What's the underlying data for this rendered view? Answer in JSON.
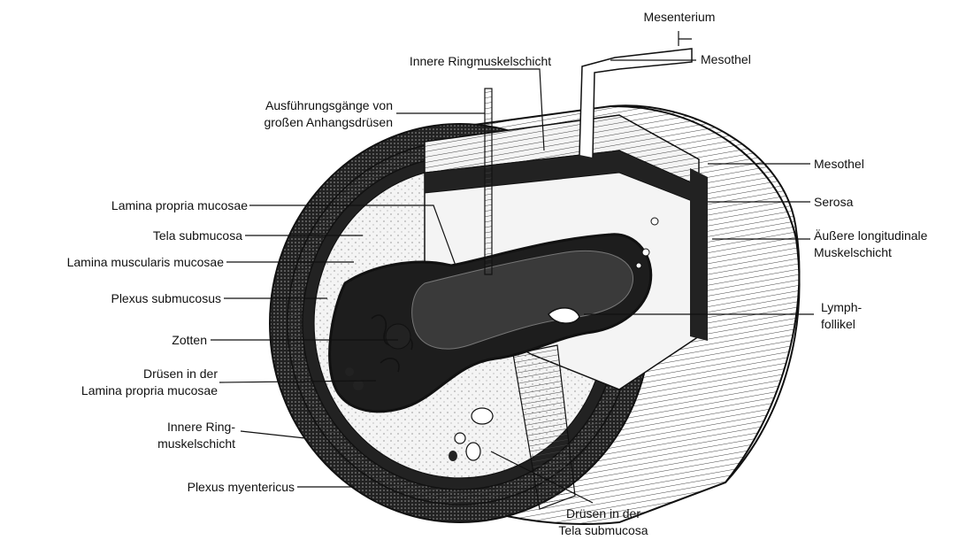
{
  "labels": {
    "mesenterium": "Mesenterium",
    "innere_ringmuskelschicht_top": "Innere Ringmuskelschicht",
    "mesothel_top": "Mesothel",
    "ausfuehrungsgaenge_1": "Ausführungsgänge von",
    "ausfuehrungsgaenge_2": "großen Anhangsdrüsen",
    "lamina_propria": "Lamina propria mucosae",
    "tela_submucosa": "Tela submucosa",
    "lamina_muscularis": "Lamina muscularis mucosae",
    "plexus_submucosus": "Plexus submucosus",
    "zotten": "Zotten",
    "druesen_lamina_1": "Drüsen in der",
    "druesen_lamina_2": "Lamina propria mucosae",
    "innere_ring_left_1": "Innere Ring-",
    "innere_ring_left_2": "muskelschicht",
    "plexus_myentericus": "Plexus myentericus",
    "druesen_tela_1": "Drüsen in der",
    "druesen_tela_2": "Tela submucosa",
    "mesothel_right": "Mesothel",
    "serosa": "Serosa",
    "aeussere_1": "Äußere longitudinale",
    "aeussere_2": "Muskelschicht",
    "lymph_1": "Lymph-",
    "lymph_2": "follikel"
  },
  "colors": {
    "ink": "#111111",
    "paper": "#ffffff",
    "muscle_dark": "#2a2a2a",
    "submucosa_light": "#f4f4f4"
  }
}
